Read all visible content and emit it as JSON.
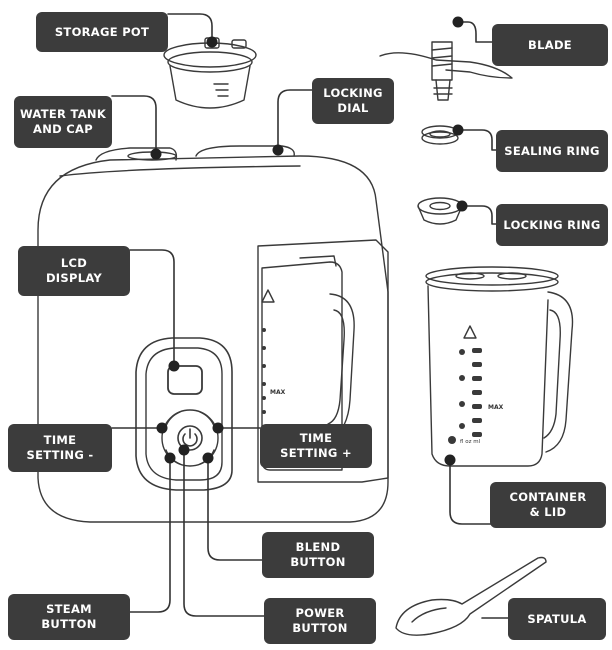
{
  "labels": {
    "storage_pot": "STORAGE POT",
    "water_tank": "WATER TANK\nAND CAP",
    "locking_dial": "LOCKING\nDIAL",
    "blade": "BLADE",
    "sealing_ring": "SEALING RING",
    "locking_ring": "LOCKING RING",
    "lcd_display": "LCD\nDISPLAY",
    "time_minus": "TIME\nSETTING -",
    "time_plus": "TIME\nSETTING +",
    "container_lid": "CONTAINER\n& LID",
    "blend_button": "BLEND\nBUTTON",
    "steam_button": "STEAM\nBUTTON",
    "power_button": "POWER\nBUTTON",
    "spatula": "SPATULA"
  },
  "jug_marks": {
    "max": "MAX",
    "units": "fl oz   ml"
  }
}
